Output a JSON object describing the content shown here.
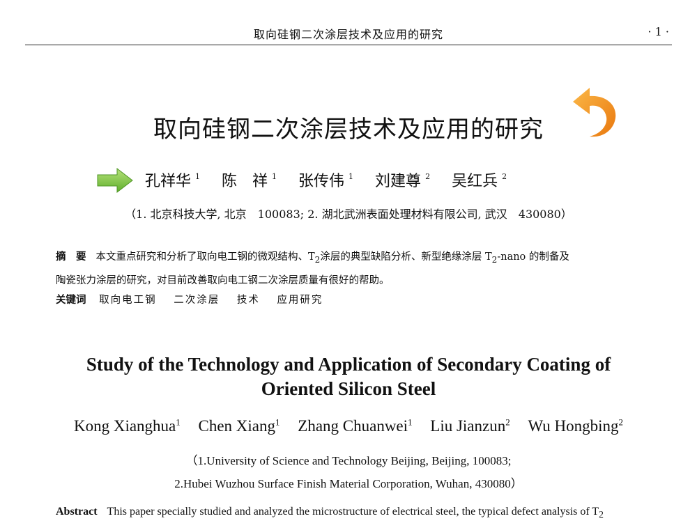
{
  "header": {
    "running_title": "取向硅钢二次涂层技术及应用的研究",
    "page_number": "· 1 ·"
  },
  "title_cn": "取向硅钢二次涂层技术及应用的研究",
  "authors_cn": [
    {
      "name": "孔祥华",
      "sup": "1"
    },
    {
      "name": "陈　祥",
      "sup": "1"
    },
    {
      "name": "张传伟",
      "sup": "1"
    },
    {
      "name": "刘建尊",
      "sup": "2"
    },
    {
      "name": "吴红兵",
      "sup": "2"
    }
  ],
  "affiliation_cn": "（1. 北京科技大学, 北京　100083; 2. 湖北武洲表面处理材料有限公司, 武汉　430080）",
  "abstract_cn": {
    "label": "摘　要",
    "line1_part1": "本文重点研究和分析了取向电工钢的微观结构、T",
    "line1_sub": "2",
    "line1_part2": "涂层的典型缺陷分析、新型绝缘涂层 T",
    "line1_sub2": "2",
    "line1_part3": "-nano 的制备及",
    "line2": "陶瓷张力涂层的研究，对目前改善取向电工钢二次涂层质量有很好的帮助。"
  },
  "keywords_cn": {
    "label": "关键词",
    "items": [
      "取向电工钢",
      "二次涂层",
      "技术",
      "应用研究"
    ]
  },
  "title_en": {
    "line1": "Study of the Technology and Application of Secondary Coating of",
    "line2": "Oriented Silicon Steel"
  },
  "authors_en": [
    {
      "name": "Kong Xianghua",
      "sup": "1"
    },
    {
      "name": "Chen Xiang",
      "sup": "1"
    },
    {
      "name": "Zhang Chuanwei",
      "sup": "1"
    },
    {
      "name": "Liu Jianzun",
      "sup": "2"
    },
    {
      "name": "Wu Hongbing",
      "sup": "2"
    }
  ],
  "affiliation_en": {
    "line1": "（1.University of Science and Technology Beijing, Beijing, 100083;",
    "line2": "2.Hubei Wuzhou Surface Finish Material Corporation, Wuhan, 430080）"
  },
  "abstract_en": {
    "label": "Abstract",
    "text": "This paper specially studied and analyzed the microstructure of electrical steel, the typical defect analysis of T",
    "sub": "2"
  },
  "icons": {
    "back_arrow": "curved-back-arrow-icon",
    "forward_arrow": "right-arrow-icon",
    "back_arrow_color": "#F39A1E",
    "forward_arrow_color": "#7CC53F"
  }
}
